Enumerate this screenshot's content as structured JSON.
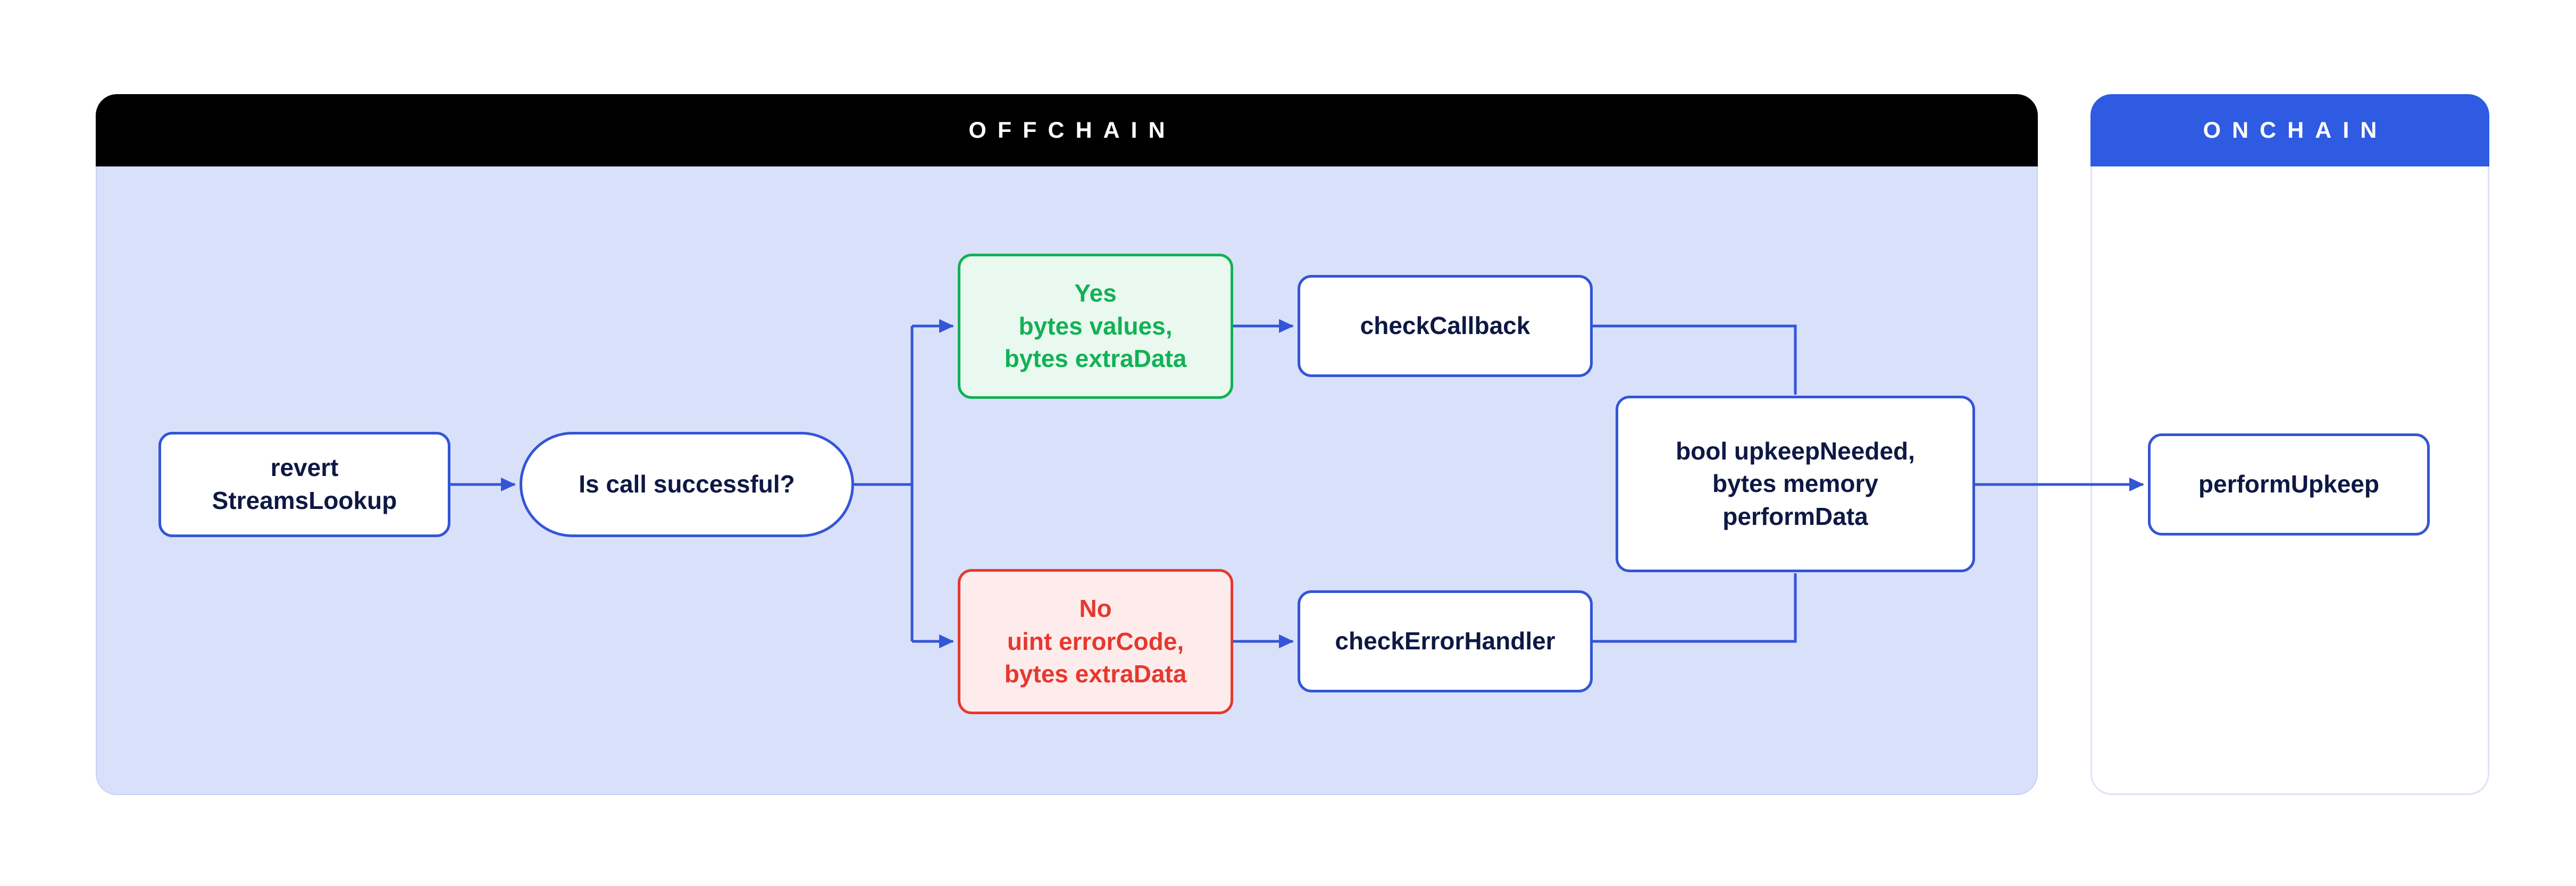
{
  "diagram": {
    "offchain": {
      "title": "OFFCHAIN",
      "nodes": {
        "revert": {
          "lines": [
            "revert",
            "StreamsLookup"
          ]
        },
        "decision": {
          "label": "Is call successful?"
        },
        "yes_branch": {
          "lines": [
            "Yes",
            "bytes values,",
            "bytes extraData"
          ]
        },
        "no_branch": {
          "lines": [
            "No",
            "uint errorCode,",
            "bytes extraData"
          ]
        },
        "check_callback": {
          "label": "checkCallback"
        },
        "check_error_handler": {
          "label": "checkErrorHandler"
        },
        "upkeep_result": {
          "lines": [
            "bool upkeepNeeded,",
            "bytes memory",
            "performData"
          ]
        }
      }
    },
    "onchain": {
      "title": "ONCHAIN",
      "nodes": {
        "perform_upkeep": {
          "label": "performUpkeep"
        }
      }
    },
    "colors": {
      "offchain_header_bg": "#000000",
      "offchain_body_bg": "#d9e0f9",
      "onchain_header_bg": "#2f5be3",
      "node_border_blue": "#3355d6",
      "arrow_blue": "#3355d6",
      "text_navy": "#0d1844",
      "yes_green": "#12b155",
      "yes_bg": "#e9f9ef",
      "no_red": "#e6382f",
      "no_bg": "#fdeceb"
    }
  }
}
